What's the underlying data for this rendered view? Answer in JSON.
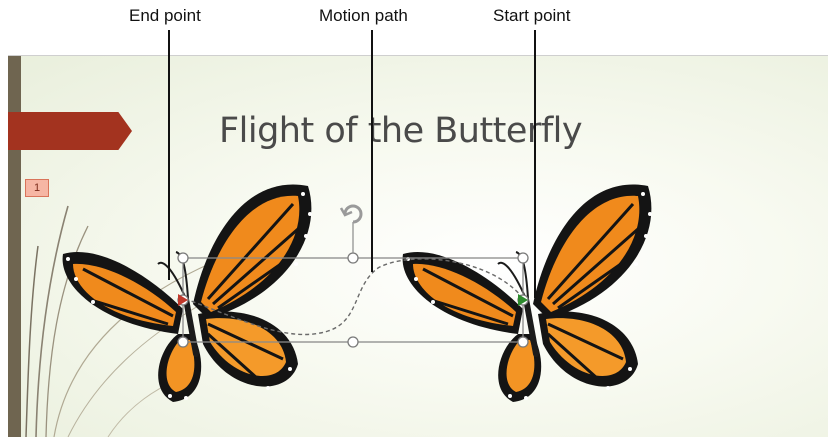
{
  "callouts": {
    "end_point": "End point",
    "motion_path": "Motion path",
    "start_point": "Start point"
  },
  "slide": {
    "title": "Flight of the Butterfly",
    "animation_badge": "1"
  },
  "colors": {
    "ribbon": "#a3331f",
    "left_bar": "#6f6550",
    "wing_orange": "#f08a1c",
    "wing_black": "#141414",
    "selection": "#8a8a8a"
  },
  "icons": {
    "rotate_handle": "rotate-icon"
  }
}
